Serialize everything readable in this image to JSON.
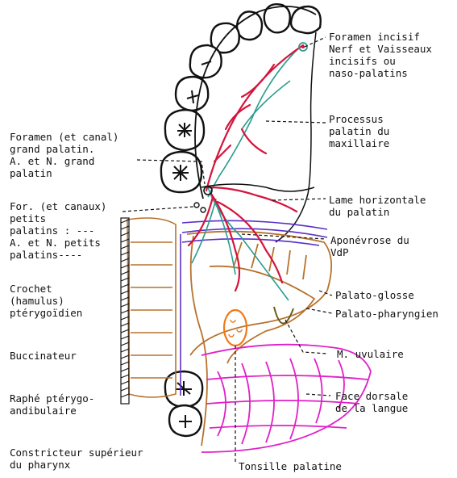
{
  "colors": {
    "ink": "#111111",
    "artery": "#d4143c",
    "nerve": "#2a9d8f",
    "muscle": "#b8722c",
    "tongue": "#e020c8",
    "aponeurosis": "#5a2fc9",
    "tonsil": "#f07a1a"
  },
  "labels": {
    "foramen_incisif": "Foramen incisif\nNerf et Vaisseaux\nincisifs ou\nnaso-palatins",
    "processus_palatin": "Processus\npalatin du\nmaxillaire",
    "lame_horizontale": "Lame horizontale\ndu palatin",
    "aponevrose": "Aponévrose du\nVdP",
    "palato_glosse": "Palato-glosse",
    "palato_pharyngien": "Palato-pharyngien",
    "m_uvulaire": "M. uvulaire",
    "face_dorsale": "Face dorsale\nde la langue",
    "tonsille": "Tonsille palatine",
    "foramen_grand_palatin": "Foramen (et canal)\ngrand palatin.\nA. et N. grand\npalatin",
    "petits_palatins": "For. (et canaux)\npetits\npalatins : ---\nA. et N. petits\npalatins----",
    "crochet": "Crochet\n(hamulus)\nptérygoïdien",
    "buccinateur": "Buccinateur",
    "raphe": "Raphé ptérygo-\nandibulaire",
    "constricteur": "Constricteur supérieur\ndu pharynx"
  }
}
